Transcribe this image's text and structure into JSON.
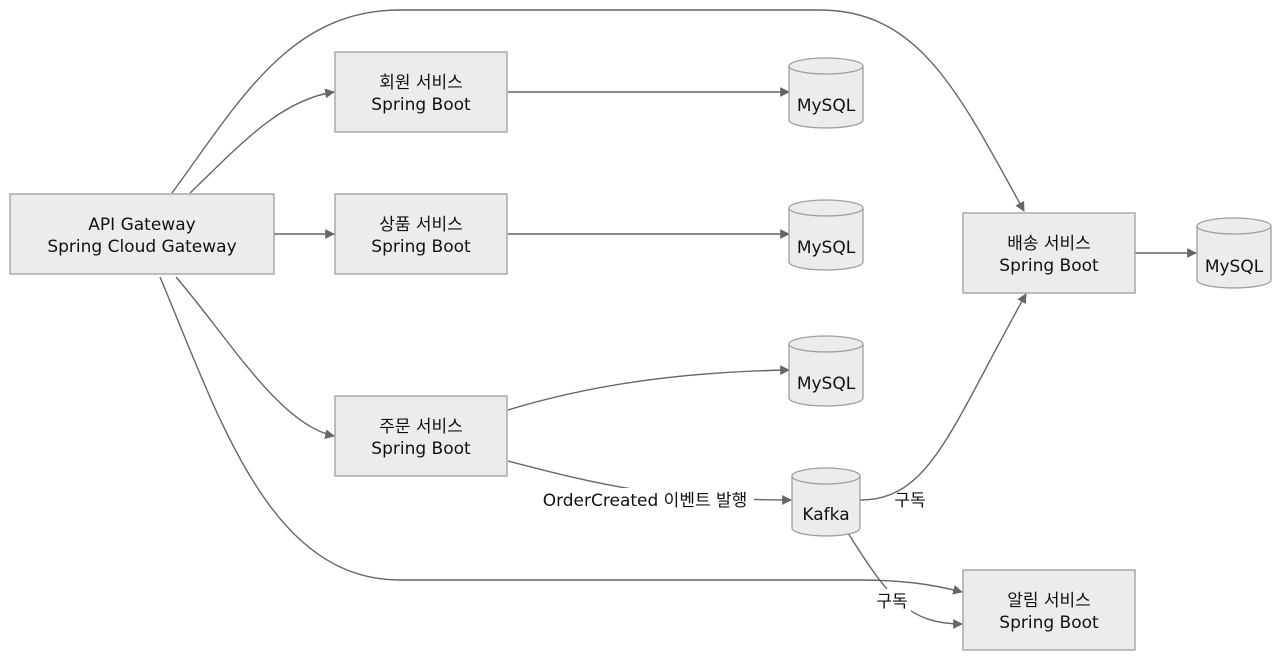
{
  "nodes": {
    "gateway": {
      "line1": "API Gateway",
      "line2": "Spring Cloud Gateway"
    },
    "member": {
      "line1": "회원 서비스",
      "line2": "Spring Boot"
    },
    "product": {
      "line1": "상품 서비스",
      "line2": "Spring Boot"
    },
    "order": {
      "line1": "주문 서비스",
      "line2": "Spring Boot"
    },
    "delivery": {
      "line1": "배송 서비스",
      "line2": "Spring Boot"
    },
    "notify": {
      "line1": "알림 서비스",
      "line2": "Spring Boot"
    },
    "db_member": {
      "label": "MySQL"
    },
    "db_product": {
      "label": "MySQL"
    },
    "db_order": {
      "label": "MySQL"
    },
    "db_delivery": {
      "label": "MySQL"
    },
    "kafka": {
      "label": "Kafka"
    }
  },
  "edge_labels": {
    "order_to_kafka": "OrderCreated 이벤트 발행",
    "kafka_to_delivery": "구독",
    "kafka_to_notify": "구독"
  },
  "colors": {
    "node_fill": "#ececec",
    "node_stroke": "#9e9e9e",
    "edge": "#666666"
  }
}
